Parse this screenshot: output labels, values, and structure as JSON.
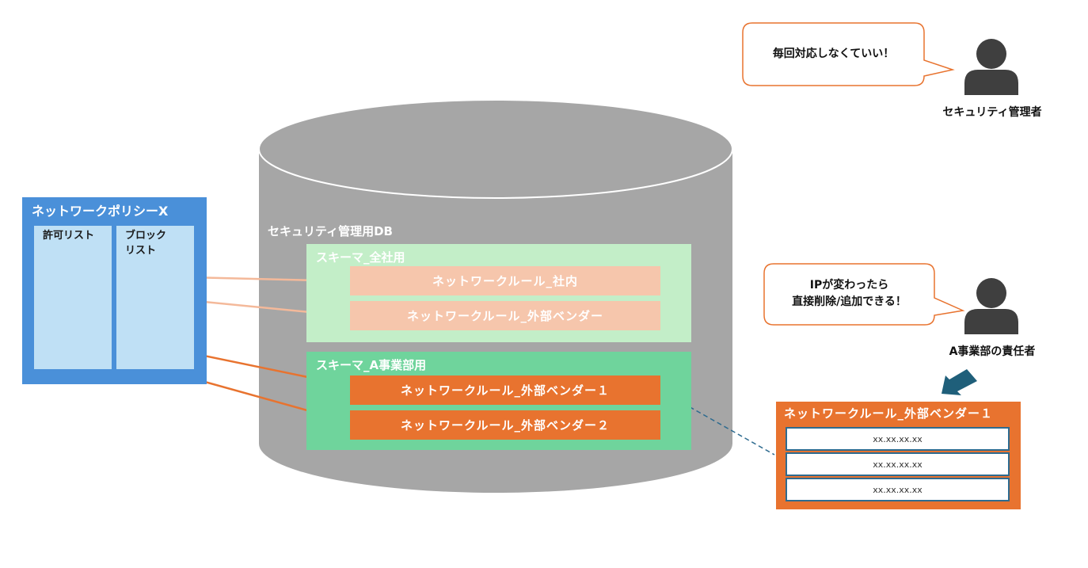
{
  "policy": {
    "title": "ネットワークポリシーX",
    "allow_list": "許可リスト",
    "block_list_line1": "ブロック",
    "block_list_line2": "リスト"
  },
  "db": {
    "label": "セキュリティ管理用DB",
    "schema_all": {
      "title": "スキーマ_全社用",
      "rules": [
        "ネットワークルール_社内",
        "ネットワークルール_外部ベンダー"
      ]
    },
    "schema_a": {
      "title": "スキーマ_A事業部用",
      "rules": [
        "ネットワークルール_外部ベンダー１",
        "ネットワークルール_外部ベンダー２"
      ]
    }
  },
  "security_admin": {
    "bubble": "毎回対応しなくていい！",
    "label": "セキュリティ管理者"
  },
  "dept_owner": {
    "bubble_line1": "IPが変わったら",
    "bubble_line2": "直接削除/追加できる！",
    "label": "A事業部の責任者"
  },
  "detail": {
    "title": "ネットワークルール_外部ベンダー１",
    "ips": [
      "xx.xx.xx.xx",
      "xx.xx.xx.xx",
      "xx.xx.xx.xx"
    ]
  },
  "colors": {
    "policy_blue": "#4a90d9",
    "list_light_blue": "#bfe0f5",
    "db_gray": "#a6a6a6",
    "schema_all_green": "#c3eec8",
    "schema_a_green": "#6fd49c",
    "rule_light_orange": "#f6c6ac",
    "rule_orange": "#e8732f",
    "bubble_border": "#e8732f",
    "person_gray": "#3f3f3f",
    "arrow_blue": "#1f5f7a"
  }
}
